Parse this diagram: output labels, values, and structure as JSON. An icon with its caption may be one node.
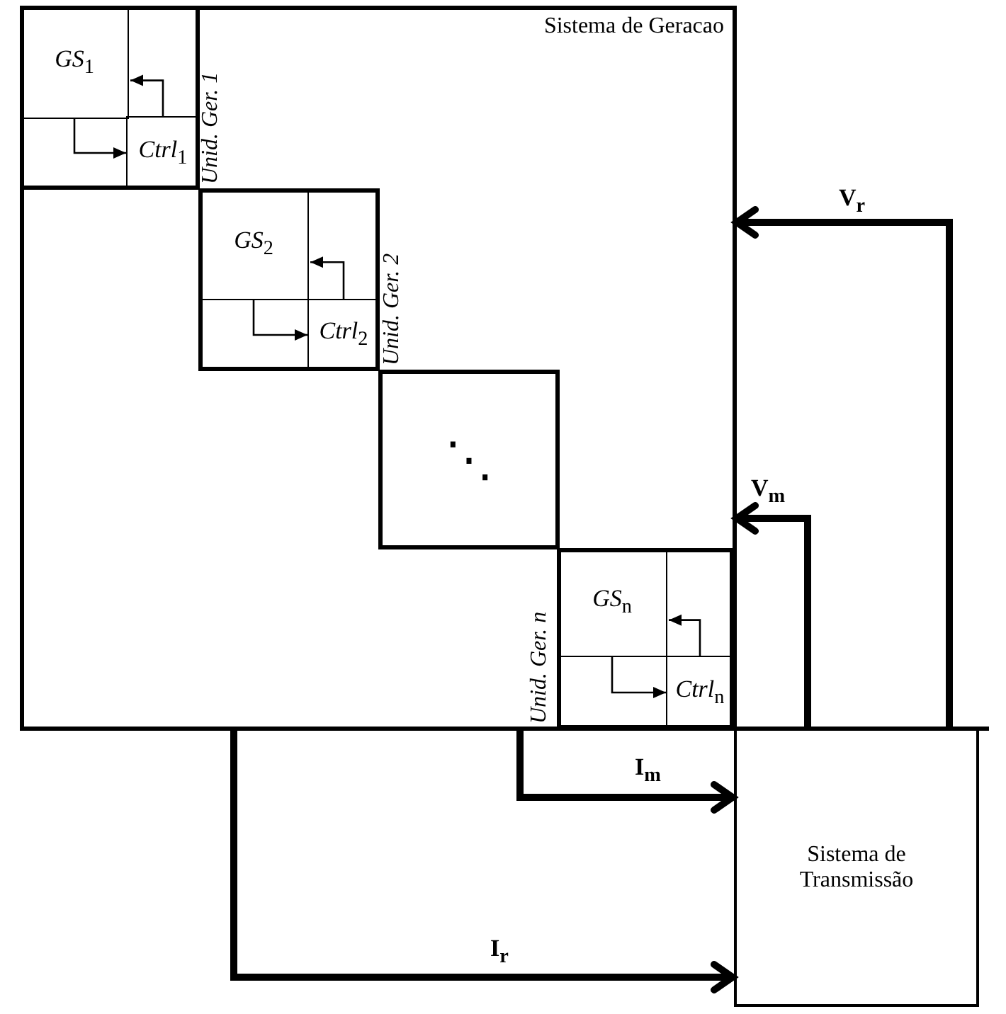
{
  "diagram": {
    "nodes": [
      {
        "text": [
          "Sistema de Geracao"
        ]
      },
      {
        "text": [
          "Unid. Ger. 1"
        ],
        "in": 0
      },
      {
        "text": [
          "*GS*$_{1}$"
        ],
        "in": 1
      },
      {
        "text": [
          "*Ctrl*$_{1}$"
        ],
        "in": 1
      },
      {
        "text": [
          "Unid. Ger. 2"
        ],
        "in": 0
      },
      {
        "text": [
          "*GS*$_{2}$"
        ],
        "in": 4
      },
      {
        "text": [
          "*Ctrl*$_{2}$"
        ],
        "in": 4
      },
      {
        "text": [
          "⋱"
        ],
        "in": 0
      },
      {
        "text": [
          "Unid. Ger. n"
        ],
        "in": 0
      },
      {
        "text": [
          "*GS*$_{n}$"
        ],
        "in": 8
      },
      {
        "text": [
          "*Ctrl*$_{n}$"
        ],
        "in": 8
      },
      {
        "text": [
          "Sistema de Transmissão"
        ]
      }
    ],
    "edges": [
      {
        "from": 2,
        "to": 3,
        "arrow": "to"
      },
      {
        "from": 3,
        "to": 2,
        "arrow": "to"
      },
      {
        "from": 5,
        "to": 6,
        "arrow": "to"
      },
      {
        "from": 6,
        "to": 5,
        "arrow": "to"
      },
      {
        "from": 9,
        "to": 10,
        "arrow": "to"
      },
      {
        "from": 10,
        "to": 9,
        "arrow": "to"
      },
      {
        "from": 11,
        "to": 0,
        "arrow": "to",
        "label": "V$_{r}$",
        "style": "thick"
      },
      {
        "from": 11,
        "to": 0,
        "arrow": "to",
        "label": "V$_{m}$",
        "style": "thick"
      },
      {
        "from": 0,
        "to": 11,
        "arrow": "to",
        "label": "I$_{m}$",
        "style": "thick"
      },
      {
        "from": 0,
        "to": 11,
        "arrow": "to",
        "label": "I$_{r}$",
        "style": "thick"
      }
    ]
  }
}
